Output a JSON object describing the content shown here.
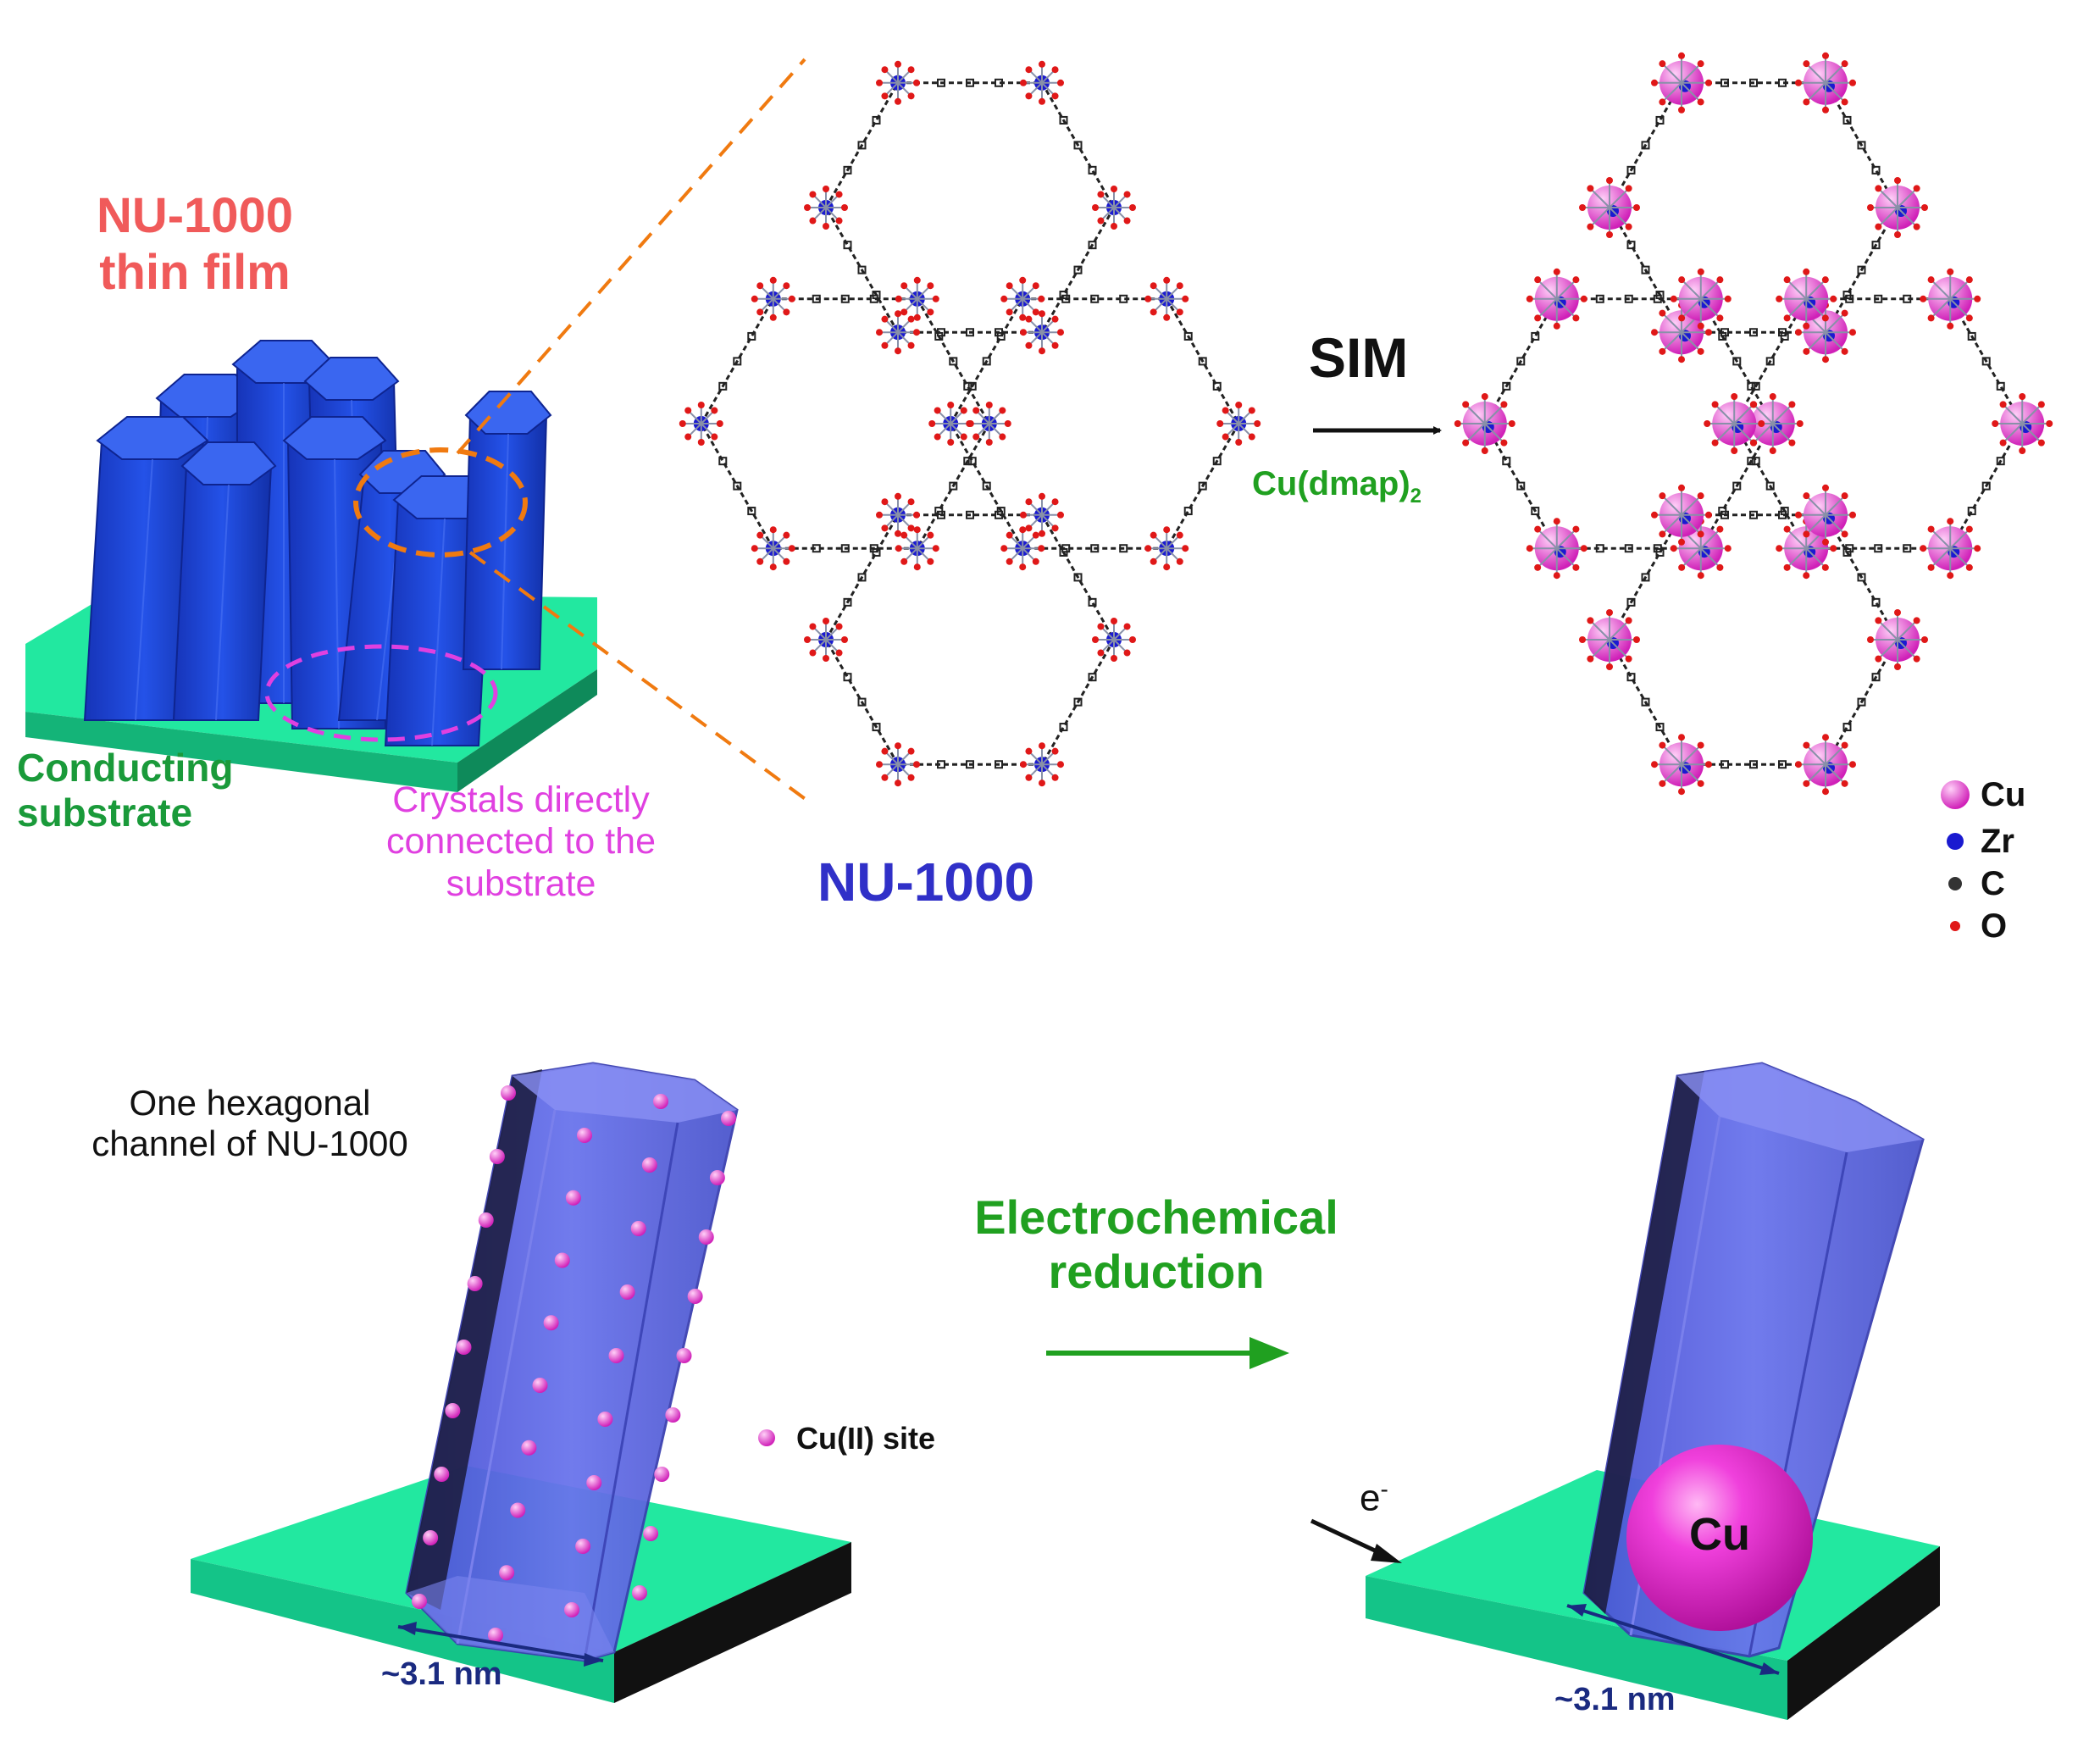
{
  "labels": {
    "film_title": "NU-1000\nthin film",
    "substrate": "Conducting\nsubstrate",
    "crystals_note": "Crystals directly\nconnected to the\nsubstrate",
    "nu1000": "NU-1000",
    "sim": "SIM",
    "reagent_main": "Cu(dmap)",
    "reagent_sub": "2",
    "channel_title": "One hexagonal\nchannel of NU-1000",
    "reduction": "Electrochemical\nreduction",
    "cu_site": "Cu(II) site",
    "width_left": "~3.1 nm",
    "width_right": "~3.1 nm",
    "electron_main": "e",
    "electron_sup": "-",
    "cu_particle": "Cu"
  },
  "legend": [
    {
      "symbol": "Cu",
      "color": "#e020c8"
    },
    {
      "symbol": "Zr",
      "color": "#1a1ad0"
    },
    {
      "symbol": "C",
      "color": "#333333"
    },
    {
      "symbol": "O",
      "color": "#e01818"
    }
  ],
  "colors": {
    "film_title": "#f05a5a",
    "substrate_label": "#1a9a3a",
    "crystals_note": "#e040e0",
    "nu1000": "#3030c8",
    "reagent": "#20a020",
    "reduction": "#20a020",
    "dim_text": "#1a2a80",
    "crystal_blue": "#2145d8",
    "channel_purple": "#5560e0",
    "substrate_green": "#22e8a0",
    "cu_magenta": "#e020c8",
    "dash_orange": "#f07a10",
    "dash_magenta": "#e040e0"
  }
}
